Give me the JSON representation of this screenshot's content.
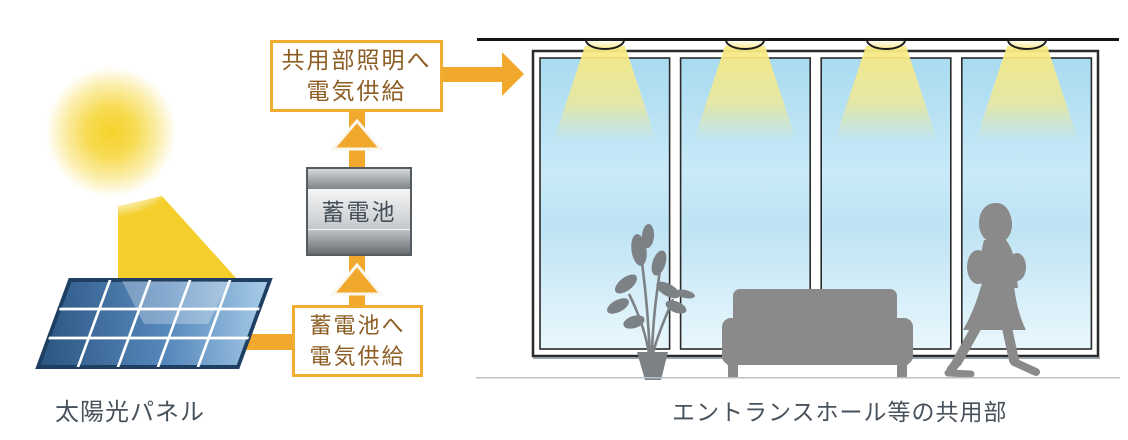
{
  "palette": {
    "arrow_orange": "#F0A82D",
    "box_border_orange": "#F1AC31",
    "box_text_brown": "#8D5E24",
    "caption_slate": "#47525C",
    "sun_yellow": "#F5D22A",
    "panel_blue": "#2E5E96",
    "glass_blue": "#BFE3F4",
    "silhouette_gray": "#8A8A8A",
    "battery_gray": "#C6C9CC"
  },
  "solar_panel": {
    "label": "太陽光パネル",
    "grid_columns": 5,
    "grid_rows": 3
  },
  "boxes": {
    "supply_to_battery": {
      "line1": "蓄電池へ",
      "line2": "電気供給"
    },
    "battery": {
      "label": "蓄電池"
    },
    "supply_to_lighting": {
      "line1": "共用部照明へ",
      "line2": "電気供給"
    }
  },
  "building": {
    "label": "エントランスホール等の共用部",
    "downlights": 4,
    "window_panes": 4,
    "silhouettes": [
      "potted-plant",
      "sofa",
      "walking-person"
    ]
  }
}
